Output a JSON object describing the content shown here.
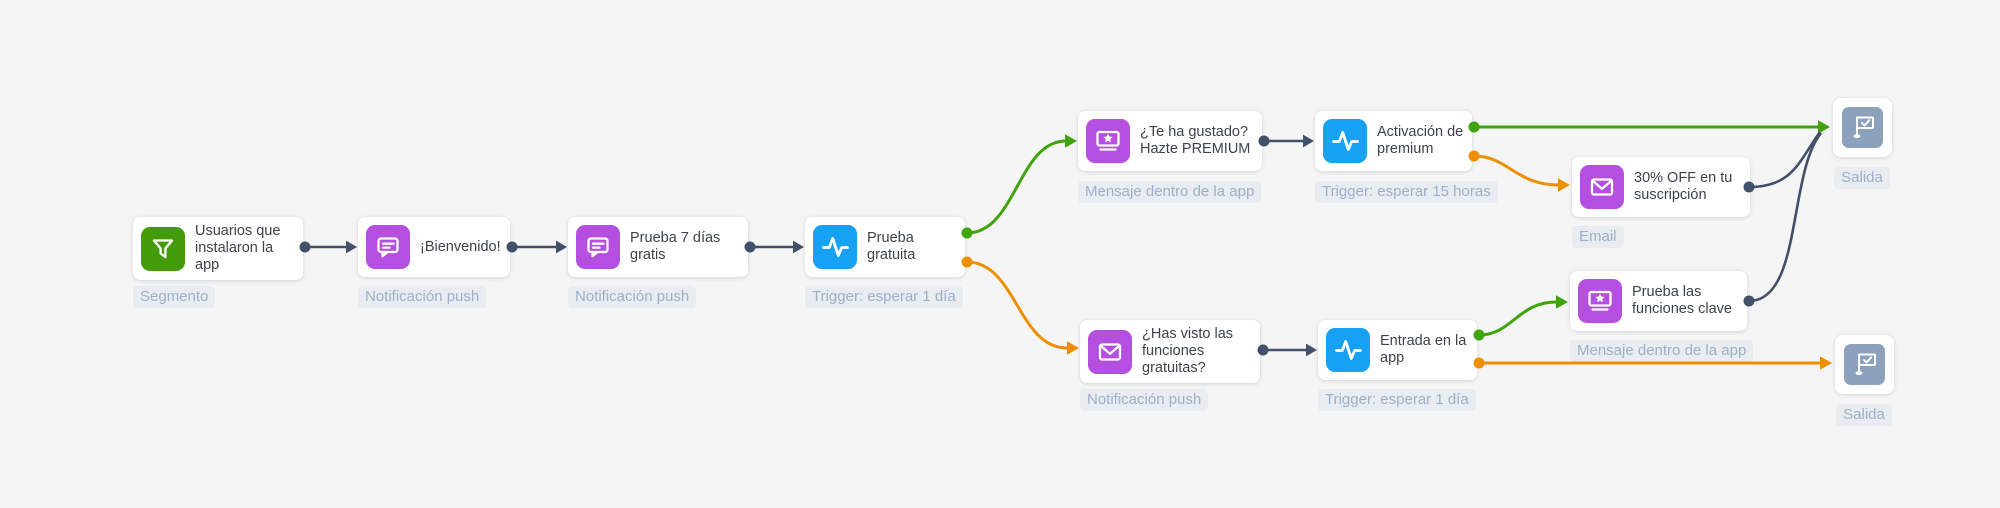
{
  "palette": {
    "background": "#f5f5f6",
    "card": "#ffffff",
    "title_text": "#3d424b",
    "label_text": "#9cb0ca",
    "label_bg": "#e9ecf1",
    "dark": "#42506a",
    "green": "#3fa30b",
    "orange": "#ee8f00",
    "purple": "#b44fe0",
    "blue": "#17a1f2",
    "green_icon": "#459c0a",
    "exit_slate": "#8ca1bc"
  },
  "nodes": [
    {
      "title": "Usuarios que instalaron la app",
      "label": "Segmento",
      "icon": "funnel-icon"
    },
    {
      "title": "¡Bienvenido!",
      "label": "Notificación push",
      "icon": "chat-icon"
    },
    {
      "title": "Prueba 7 días gratis",
      "label": "Notificación push",
      "icon": "chat-icon"
    },
    {
      "title": "Prueba gratuita",
      "label": "Trigger: esperar 1 día",
      "icon": "pulse-icon"
    },
    {
      "title": "¿Te ha gustado? Hazte PREMIUM",
      "label": "Mensaje dentro de la app",
      "icon": "ticket-icon"
    },
    {
      "title": "Activación de premium",
      "label": "Trigger: esperar 15 horas",
      "icon": "pulse-icon"
    },
    {
      "title": "30% OFF en tu suscripción",
      "label": "Email",
      "icon": "envelope-icon"
    },
    {
      "title": "¿Has visto las funciones gratuitas?",
      "label": "Notificación push",
      "icon": "envelope-icon"
    },
    {
      "title": "Entrada en la app",
      "label": "Trigger: esperar 1 día",
      "icon": "pulse-icon"
    },
    {
      "title": "Prueba las funciones clave",
      "label": "Mensaje dentro de la app",
      "icon": "ticket-icon"
    }
  ],
  "exits": [
    {
      "label": "Salida",
      "icon": "flag-icon"
    },
    {
      "label": "Salida",
      "icon": "flag-icon"
    }
  ]
}
